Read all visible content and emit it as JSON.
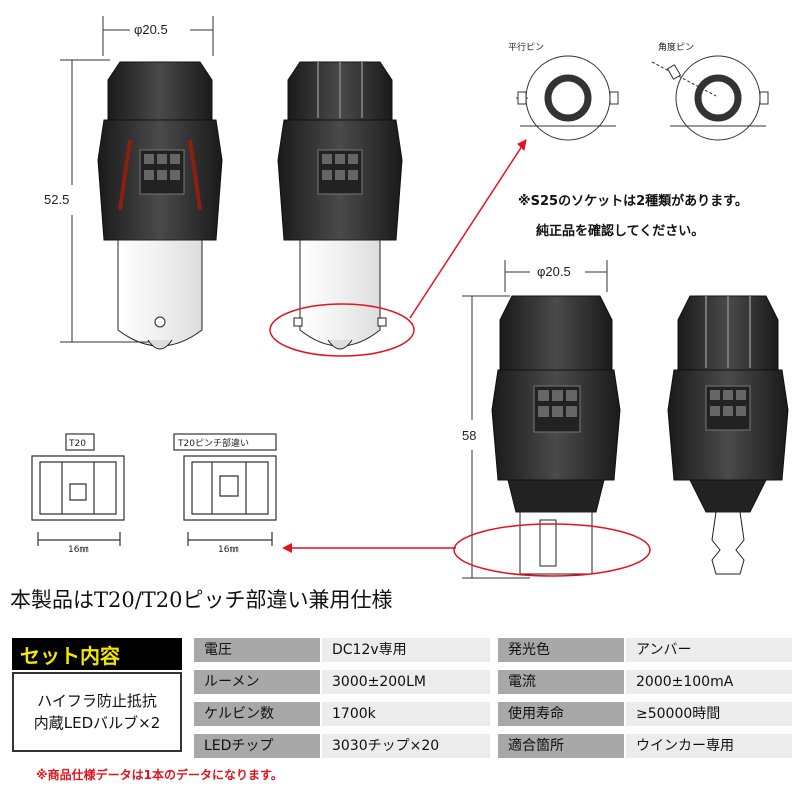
{
  "dimensions": {
    "top_width": "φ20.5",
    "top_height": "52.5",
    "bottom_width": "φ20.5",
    "bottom_height": "58",
    "t20_width": "16㎜",
    "t20_pitch_width": "16㎜"
  },
  "socket_labels": {
    "parallel_pin": "平行ピン",
    "angled_pin": "角度ピン"
  },
  "socket_note": {
    "line1": "※S25のソケットは2種類があります。",
    "line2": "純正品を確認してください。"
  },
  "t20_labels": {
    "t20": "T20",
    "t20_pitch": "T20ピンチ部違い"
  },
  "compatibility": "本製品はT20/T20ピッチ部違い兼用仕様",
  "set_contents": {
    "title": "セット内容",
    "line1": "ハイフラ防止抵抗",
    "line2": "内蔵LEDバルブ×2"
  },
  "specs_left": [
    {
      "label": "電圧",
      "value": "DC12v専用"
    },
    {
      "label": "ルーメン",
      "value": "3000±200LM"
    },
    {
      "label": "ケルビン数",
      "value": "1700k"
    },
    {
      "label": "LEDチップ",
      "value": "3030チップ×20"
    }
  ],
  "specs_right": [
    {
      "label": "発光色",
      "value": "アンバー"
    },
    {
      "label": "電流",
      "value": "2000±100mA"
    },
    {
      "label": "使用寿命",
      "value": "≥50000時間"
    },
    {
      "label": "適合箇所",
      "value": "ウインカー専用"
    }
  ],
  "footnote": "※商品仕様データは1本のデータになります。",
  "colors": {
    "accent_red": "#e0141e",
    "title_yellow": "#f3e600",
    "bulb_dark": "#3a3a3a"
  }
}
